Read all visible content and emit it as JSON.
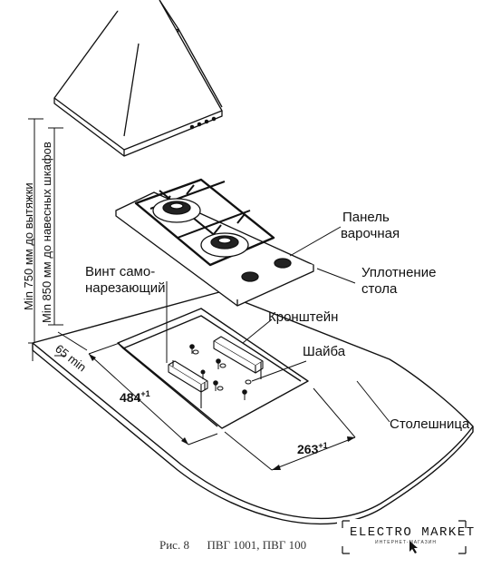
{
  "diagram": {
    "labels": {
      "panel_line1": "Панель",
      "panel_line2": "варочная",
      "seal_line1": "Уплотнение",
      "seal_line2": "стола",
      "screw_line1": "Винт само-",
      "screw_line2": "нарезающий",
      "bracket": "Кронштейн",
      "washer": "Шайба",
      "countertop": "Столешница"
    },
    "dimensions": {
      "hood_min": "Min 750 мм до вытяжки",
      "cabinet_min": "Min 850 мм до навесных шкафов",
      "side_min": "65 min",
      "depth_value": "484",
      "depth_tol": "+1",
      "width_value": "263",
      "width_tol": "+1"
    }
  },
  "caption": {
    "text": "Рис. 8      ПВГ 1001, ПВГ 100"
  },
  "logo": {
    "name": "ELECTRO MARKET",
    "tagline": "ИНТЕРНЕТ-МАГАЗИН"
  }
}
